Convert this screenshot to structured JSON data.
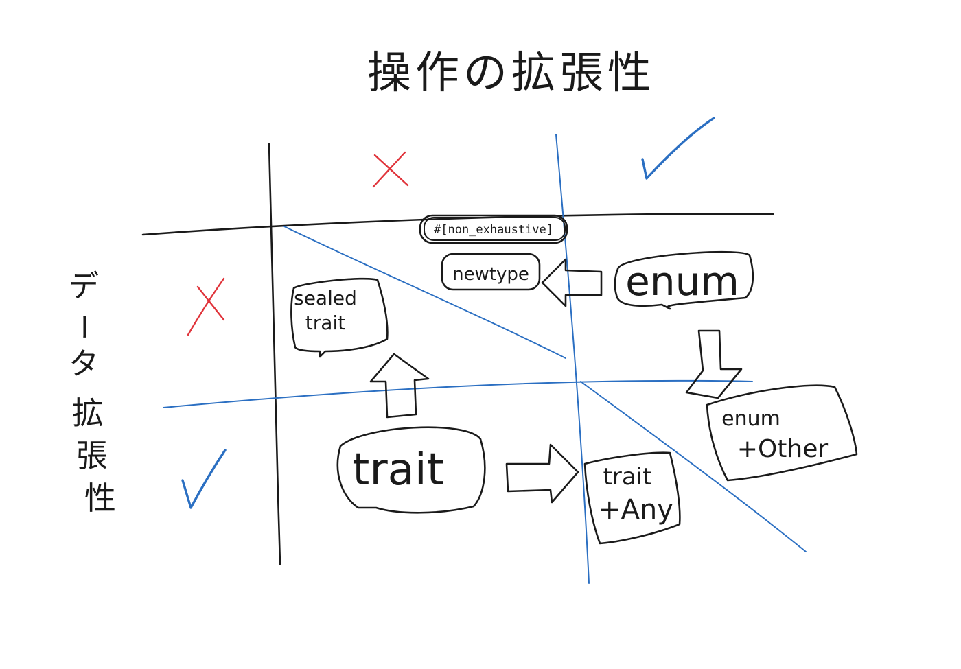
{
  "title": "操作の拡張性",
  "row_axis_label": [
    "デ",
    "ー",
    "タ",
    "拡",
    "張",
    "性"
  ],
  "header_marks": {
    "col_no": "×",
    "col_yes": "✓",
    "row_no": "×",
    "row_yes": "✓"
  },
  "boxes": {
    "non_exhaustive": "#[non_exhaustive]",
    "newtype": "newtype",
    "enum": "enum",
    "sealed_trait_line1": "sealed",
    "sealed_trait_line2": "trait",
    "trait": "trait",
    "trait_any_line1": "trait",
    "trait_any_line2": "+Any",
    "enum_other_line1": "enum",
    "enum_other_line2": "+Other"
  },
  "colors": {
    "ink": "#1a1a1a",
    "blue": "#2b6fc2",
    "red": "#e0333a"
  }
}
